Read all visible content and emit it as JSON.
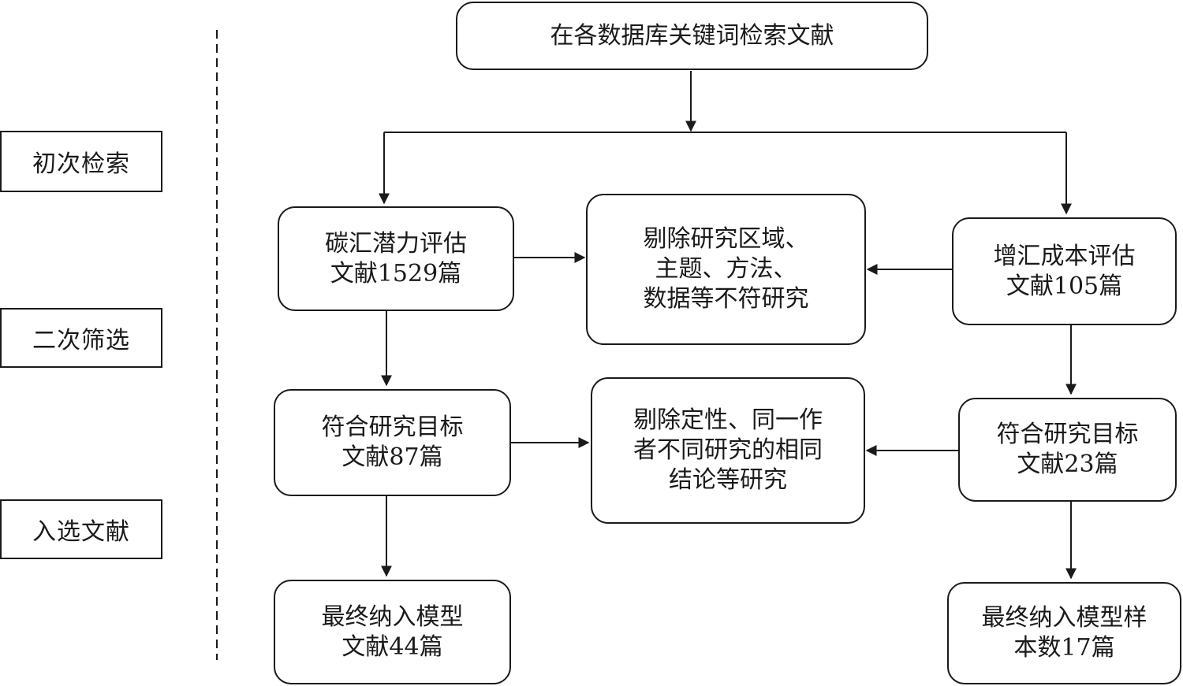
{
  "stages": [
    {
      "id": "initial",
      "label": "初次检索"
    },
    {
      "id": "second",
      "label": "二次筛选"
    },
    {
      "id": "selected",
      "label": "入选文献"
    }
  ],
  "nodes": {
    "top": {
      "lines": [
        "在各数据库关键词检索文献"
      ]
    },
    "left1": {
      "lines": [
        "碳汇潜力评估",
        "文献1529篇"
      ]
    },
    "center1": {
      "lines": [
        "剔除研究区域、",
        "主题、方法、",
        "数据等不符研究"
      ]
    },
    "right1": {
      "lines": [
        "增汇成本评估",
        "文献105篇"
      ]
    },
    "left2": {
      "lines": [
        "符合研究目标",
        "文献87篇"
      ]
    },
    "center2": {
      "lines": [
        "剔除定性、同一作",
        "者不同研究的相同",
        "结论等研究"
      ]
    },
    "right2": {
      "lines": [
        "符合研究目标",
        "文献23篇"
      ]
    },
    "left3": {
      "lines": [
        "最终纳入模型",
        "文献44篇"
      ]
    },
    "right3": {
      "lines": [
        "最终纳入模型样",
        "本数17篇"
      ]
    }
  },
  "colors": {
    "stroke": "#1a1a1a",
    "background": "#ffffff"
  }
}
